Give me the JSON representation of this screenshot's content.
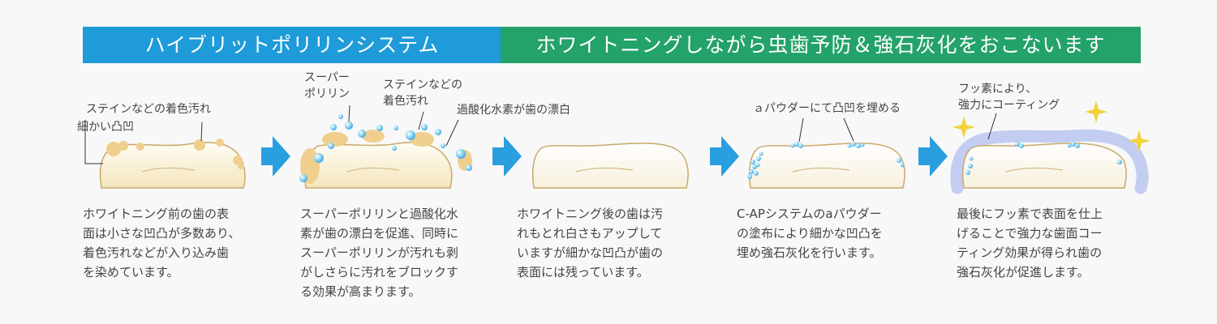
{
  "banners": {
    "left": "ハイブリットポリリンシステム",
    "right": "ホワイトニングしながら虫歯予防＆強石灰化をおこないます"
  },
  "labels": {
    "p1_stain": "ステインなどの着色汚れ",
    "p1_bumps": "細かい凸凹",
    "p2_super_1": "スーパー",
    "p2_super_2": "ポリリン",
    "p2_stain_1": "ステインなどの",
    "p2_stain_2": "着色汚れ",
    "p2_peroxide": "過酸化水素が歯の漂白",
    "p4_powder": "ａパウダーにて凸凹を埋める",
    "p5_fluoride_1": "フッ素により、",
    "p5_fluoride_2": "強力にコーティング"
  },
  "descriptions": {
    "p1": [
      "ホワイトニング前の歯の表",
      "面は小さな凹凸が多数あり、",
      "着色汚れなどが入り込み歯",
      "を染めています。"
    ],
    "p2": [
      "スーパーポリリンと過酸化水",
      "素が歯の漂白を促進、同時に",
      "スーパーポリリンが汚れも剥",
      "がしさらに汚れをブロックす",
      "る効果が高まります。"
    ],
    "p3": [
      "ホワイトニング後の歯は汚",
      "れもとれ白さもアップして",
      "いますが細かな凹凸が歯の",
      "表面には残っています。"
    ],
    "p4": [
      "C-APシステムのaパウダー",
      "の塗布により細かな凹凸を",
      "埋め強石灰化を行います。"
    ],
    "p5": [
      "最後にフッ素で表面を仕上",
      "げることで強力な歯面コー",
      "ティング効果が得られ歯の",
      "強石灰化が促進します。"
    ]
  },
  "colors": {
    "banner_blue": "#1e9bd8",
    "banner_green": "#23a26a",
    "arrow": "#2a9fe0",
    "tooth_outline": "#c9a86a",
    "stain": "#f0cf8e",
    "bubble": "#7ecdf0",
    "coating": "#c3cdf2",
    "sparkle": "#f3d23c"
  }
}
